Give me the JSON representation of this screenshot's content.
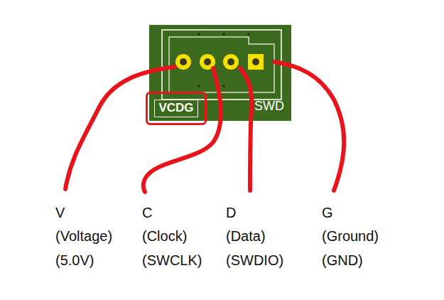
{
  "diagram": {
    "nodes": [
      {
        "text": [
          "VCDG"
        ]
      }
    ],
    "labels": [
      "SWD",
      "V",
      "(Voltage)",
      "(5.0V)",
      "C",
      "(Clock)",
      "(SWCLK)",
      "D",
      "(Data)",
      "(SWDIO)",
      "G",
      "(Ground)",
      "(GND)"
    ]
  }
}
